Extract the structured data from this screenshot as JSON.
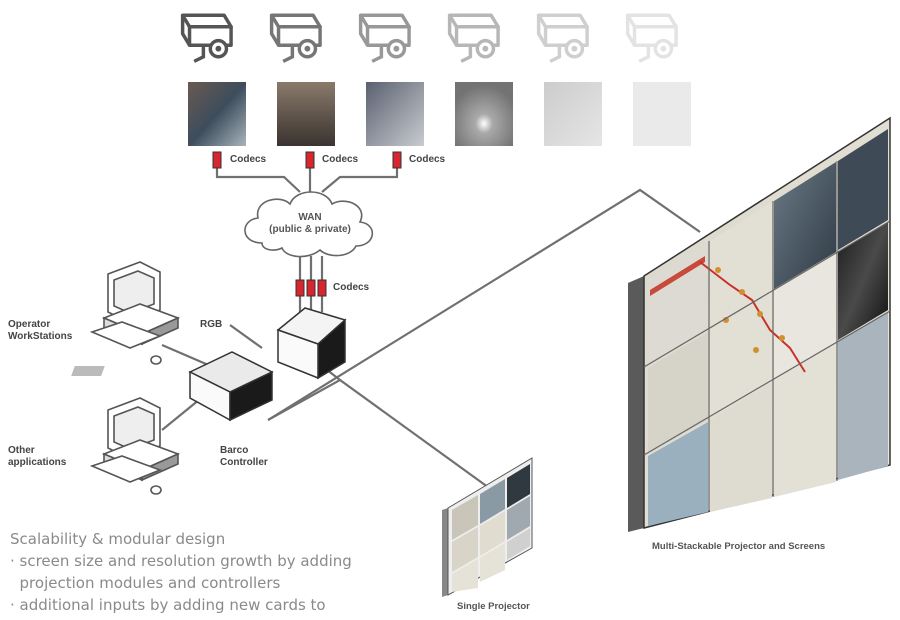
{
  "cameras": [
    {
      "icon": "security-camera-icon",
      "opacity": 1.0
    },
    {
      "icon": "security-camera-icon",
      "opacity": 0.85
    },
    {
      "icon": "security-camera-icon",
      "opacity": 0.65
    },
    {
      "icon": "security-camera-icon",
      "opacity": 0.45
    },
    {
      "icon": "security-camera-icon",
      "opacity": 0.3
    },
    {
      "icon": "security-camera-icon",
      "opacity": 0.18
    }
  ],
  "feeds": [
    {
      "icon": "camera-feed-thumbnail",
      "opacity": 1.0
    },
    {
      "icon": "camera-feed-thumbnail",
      "opacity": 0.9
    },
    {
      "icon": "camera-feed-thumbnail",
      "opacity": 0.75
    },
    {
      "icon": "camera-feed-thumbnail",
      "opacity": 0.55
    },
    {
      "icon": "camera-feed-thumbnail",
      "opacity": 0.35
    },
    {
      "icon": "camera-feed-thumbnail",
      "opacity": 0.2
    }
  ],
  "codecs_label": "Codecs",
  "wan": {
    "line1": "WAN",
    "line2": "(public & private)"
  },
  "rgb_label": "RGB",
  "operator": {
    "line1": "Operator",
    "line2": "WorkStations"
  },
  "other": {
    "line1": "Other",
    "line2": "applications"
  },
  "controller": {
    "line1": "Barco",
    "line2": "Controller"
  },
  "single_projector_label": "Single Projector",
  "multi_label": "Multi-Stackable Projector and Screens",
  "description": {
    "heading": "Scalability & modular design",
    "bullets": [
      "· screen size and resolution growth by adding",
      "  projection modules and controllers",
      "· additional inputs by adding new cards to"
    ]
  },
  "colors": {
    "codec_red": "#d8262f",
    "line_gray": "#707070",
    "dark": "#1a1a1a"
  }
}
